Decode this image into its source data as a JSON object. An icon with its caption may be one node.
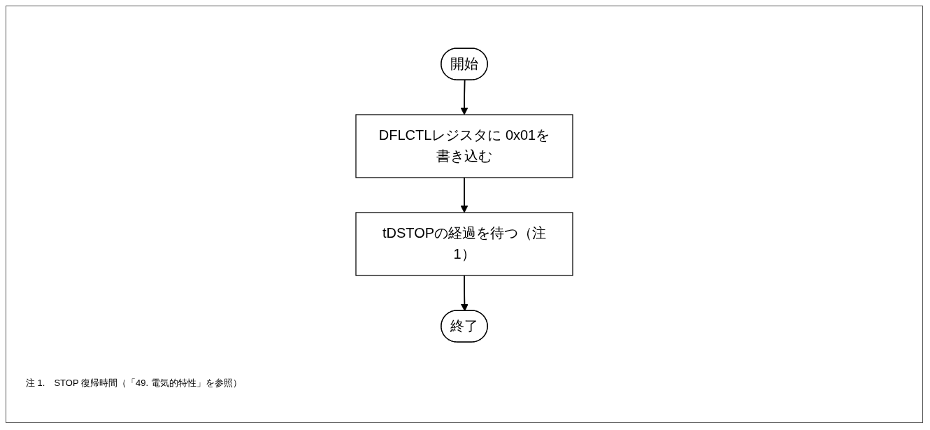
{
  "diagram": {
    "nodes": [
      {
        "text": [
          "開始"
        ]
      },
      {
        "text": [
          "DFLCTLレジスタに 0x01を書き込む"
        ]
      },
      {
        "text": [
          "tDSTOPの経過を待つ（注1）"
        ]
      },
      {
        "text": [
          "終了"
        ]
      }
    ],
    "edges": [
      {
        "from": 0,
        "to": 1,
        "arrow": "to"
      },
      {
        "from": 1,
        "to": 2,
        "arrow": "to"
      },
      {
        "from": 2,
        "to": 3,
        "arrow": "to"
      }
    ],
    "labels": [
      "注 1.　STOP 復帰時間（「49. 電気的特性」を参照）"
    ]
  }
}
